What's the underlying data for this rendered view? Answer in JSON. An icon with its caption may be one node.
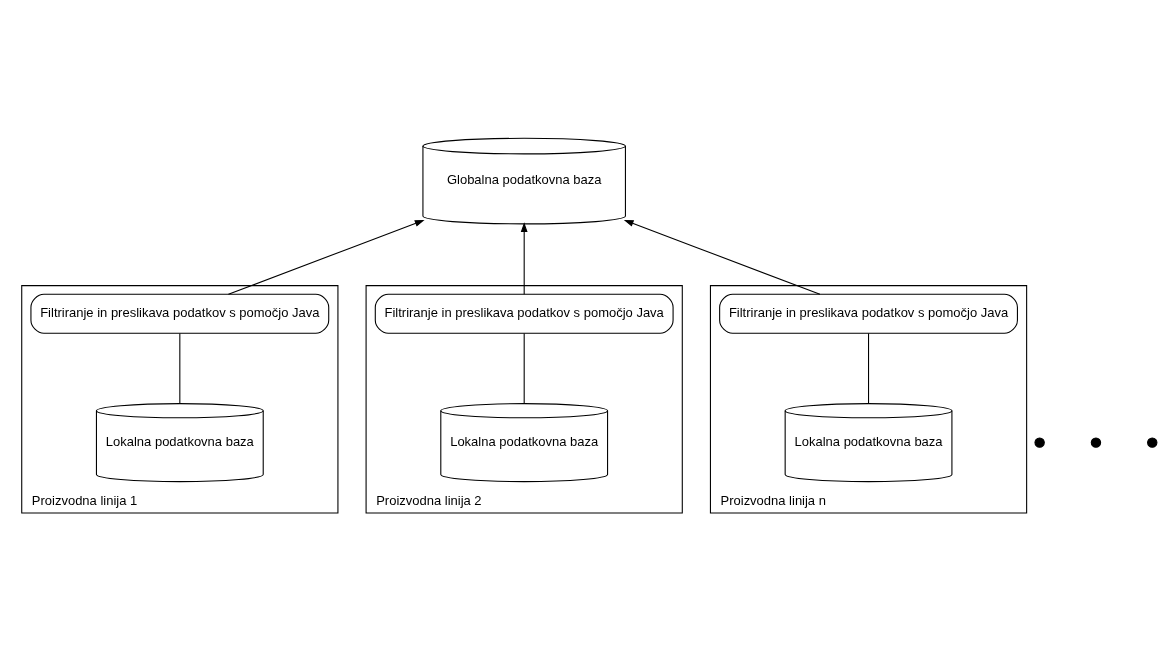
{
  "diagram": {
    "nodes": [
      {
        "text": [
          "Globalna podatkovna baza"
        ]
      },
      {
        "text": [
          "Proizvodna linija 1"
        ]
      },
      {
        "text": [
          "Filtriranje in preslikava podatkov s pomočjo Java"
        ],
        "in": 1
      },
      {
        "text": [
          "Lokalna podatkovna baza"
        ],
        "in": 1
      },
      {
        "text": [
          "Proizvodna linija 2"
        ]
      },
      {
        "text": [
          "Filtriranje in preslikava podatkov s pomočjo Java"
        ],
        "in": 4
      },
      {
        "text": [
          "Lokalna podatkovna baza"
        ],
        "in": 4
      },
      {
        "text": [],
        "shape": "circle"
      },
      {
        "text": [],
        "shape": "circle"
      },
      {
        "text": [],
        "shape": "circle"
      },
      {
        "text": [
          "Proizvodna linija n"
        ]
      },
      {
        "text": [
          "Filtriranje in preslikava podatkov s pomočjo Java"
        ],
        "in": 10
      },
      {
        "text": [
          "Lokalna podatkovna baza"
        ],
        "in": 10
      }
    ],
    "edges": [
      {
        "from": 2,
        "to": 0,
        "arrow": "to"
      },
      {
        "from": 5,
        "to": 0,
        "arrow": "to"
      },
      {
        "from": 11,
        "to": 0,
        "arrow": "to"
      },
      {
        "from": 2,
        "to": 3,
        "arrow": "none"
      },
      {
        "from": 5,
        "to": 6,
        "arrow": "none"
      },
      {
        "from": 11,
        "to": 12,
        "arrow": "none"
      }
    ]
  }
}
